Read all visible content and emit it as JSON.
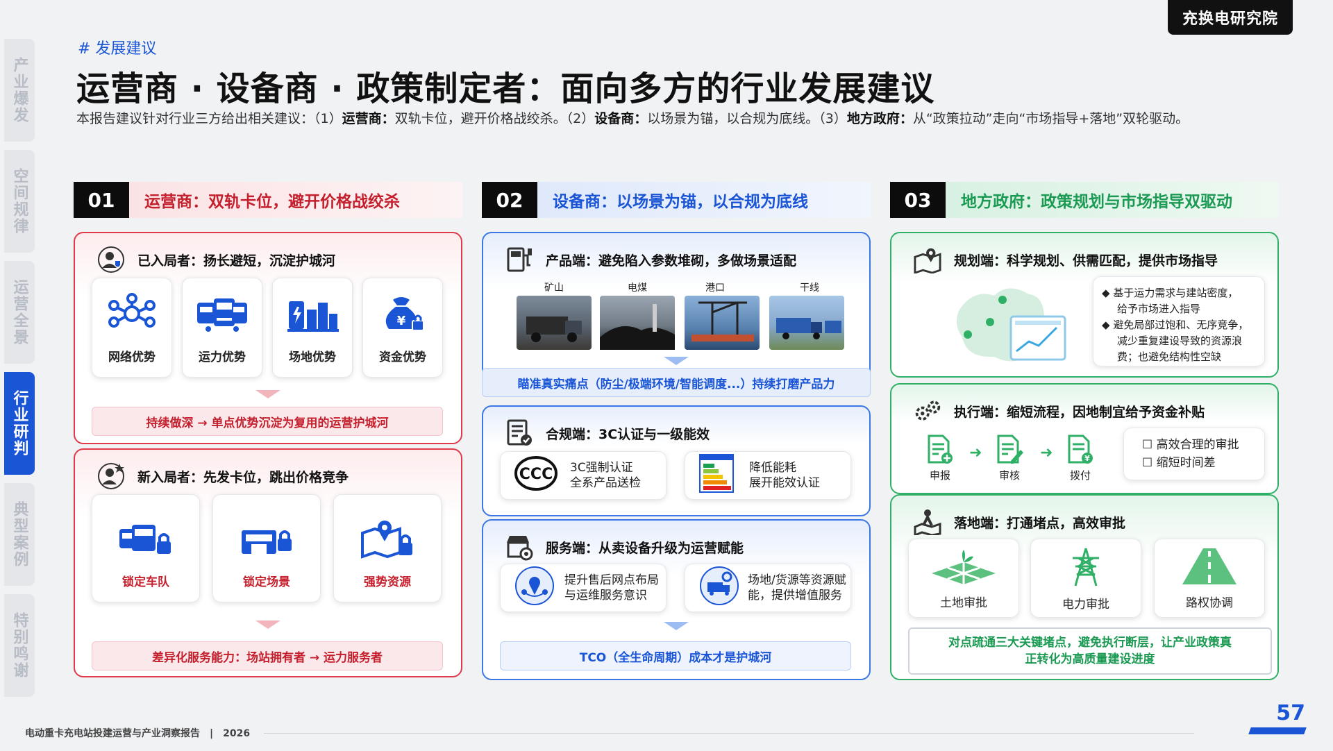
{
  "brand": "充换电研究院",
  "tag": "# 发展建议",
  "title": "运营商 · 设备商 · 政策制定者：面向多方的行业发展建议",
  "intro": {
    "pre": "本报告建议针对行业三方给出相关建议：（1）",
    "b1": "运营商：",
    "t1": "双轨卡位，避开价格战绞杀。（2）",
    "b2": "设备商：",
    "t2": "以场景为锚，以合规为底线。（3）",
    "b3": "地方政府：",
    "t3": "从“政策拉动”走向“市场指导+落地”双轮驱动。"
  },
  "side_tabs": [
    "产业爆发",
    "空间规律",
    "运营全景",
    "行业研判",
    "典型案例",
    "特别鸣谢"
  ],
  "active_tab_index": 3,
  "col1": {
    "num": "01",
    "title": "运营商：双轨卡位，避开价格战绞杀",
    "panel1": {
      "heading": "已入局者：扬长避短，沉淀护城河",
      "cards": [
        "网络优势",
        "运力优势",
        "场地优势",
        "资金优势"
      ],
      "bar": "持续做深 → 单点优势沉淀为复用的运营护城河"
    },
    "panel2": {
      "heading": "新入局者：先发卡位，跳出价格竞争",
      "cards": [
        "锁定车队",
        "锁定场景",
        "强势资源"
      ],
      "bar": "差异化服务能力：场站拥有者 → 运力服务者"
    }
  },
  "col2": {
    "num": "02",
    "title": "设备商：以场景为锚，以合规为底线",
    "panel1": {
      "heading": "产品端：避免陷入参数堆砌，多做场景适配",
      "scenes": [
        "矿山",
        "电煤",
        "港口",
        "干线"
      ],
      "bar": "瞄准真实痛点（防尘/极端环境/智能调度...）持续打磨产品力"
    },
    "panel2": {
      "heading": "合规端：3C认证与一级能效",
      "items": [
        {
          "line1": "3C强制认证",
          "line2": "全系产品送检",
          "icon": "ccc-mark-icon"
        },
        {
          "line1": "降低能耗",
          "line2": "展开能效认证",
          "icon": "energy-label-icon"
        }
      ]
    },
    "panel3": {
      "heading": "服务端：从卖设备升级为运营赋能",
      "items": [
        {
          "line1": "提升售后网点布局",
          "line2": "与运维服务意识"
        },
        {
          "line1": "场地/货源等资源赋",
          "line2": "能，提供增值服务"
        }
      ],
      "bar": "TCO（全生命周期）成本才是护城河"
    }
  },
  "col3": {
    "num": "03",
    "title": "地方政府：政策规划与市场指导双驱动",
    "panel1": {
      "heading": "规划端：科学规划、供需匹配，提供市场指导",
      "notes": [
        [
          "基于运力需求与建站密度，",
          "给予市场进入指导"
        ],
        [
          "避免局部过饱和、无序竞争，",
          "减少重复建设导致的资源浪",
          "费；也避免结构性空缺"
        ]
      ]
    },
    "panel2": {
      "heading": "执行端：缩短流程，因地制宜给予资金补贴",
      "steps": [
        "申报",
        "审核",
        "拨付"
      ],
      "checks": [
        "高效合理的审批",
        "缩短时间差"
      ]
    },
    "panel3": {
      "heading": "落地端：打通堵点，高效审批",
      "cards": [
        "土地审批",
        "电力审批",
        "路权协调"
      ],
      "bar_line1": "对点疏通三大关键堵点，避免执行断层，让产业政策真",
      "bar_line2": "正转化为高质量建设进度"
    }
  },
  "footer": "电动重卡充电站投建运营与产业洞察报告　|　2026",
  "page_number": "57",
  "colors": {
    "accent_blue": "#1a55d6",
    "accent_red": "#c41f2c",
    "accent_green": "#1a9a52"
  }
}
